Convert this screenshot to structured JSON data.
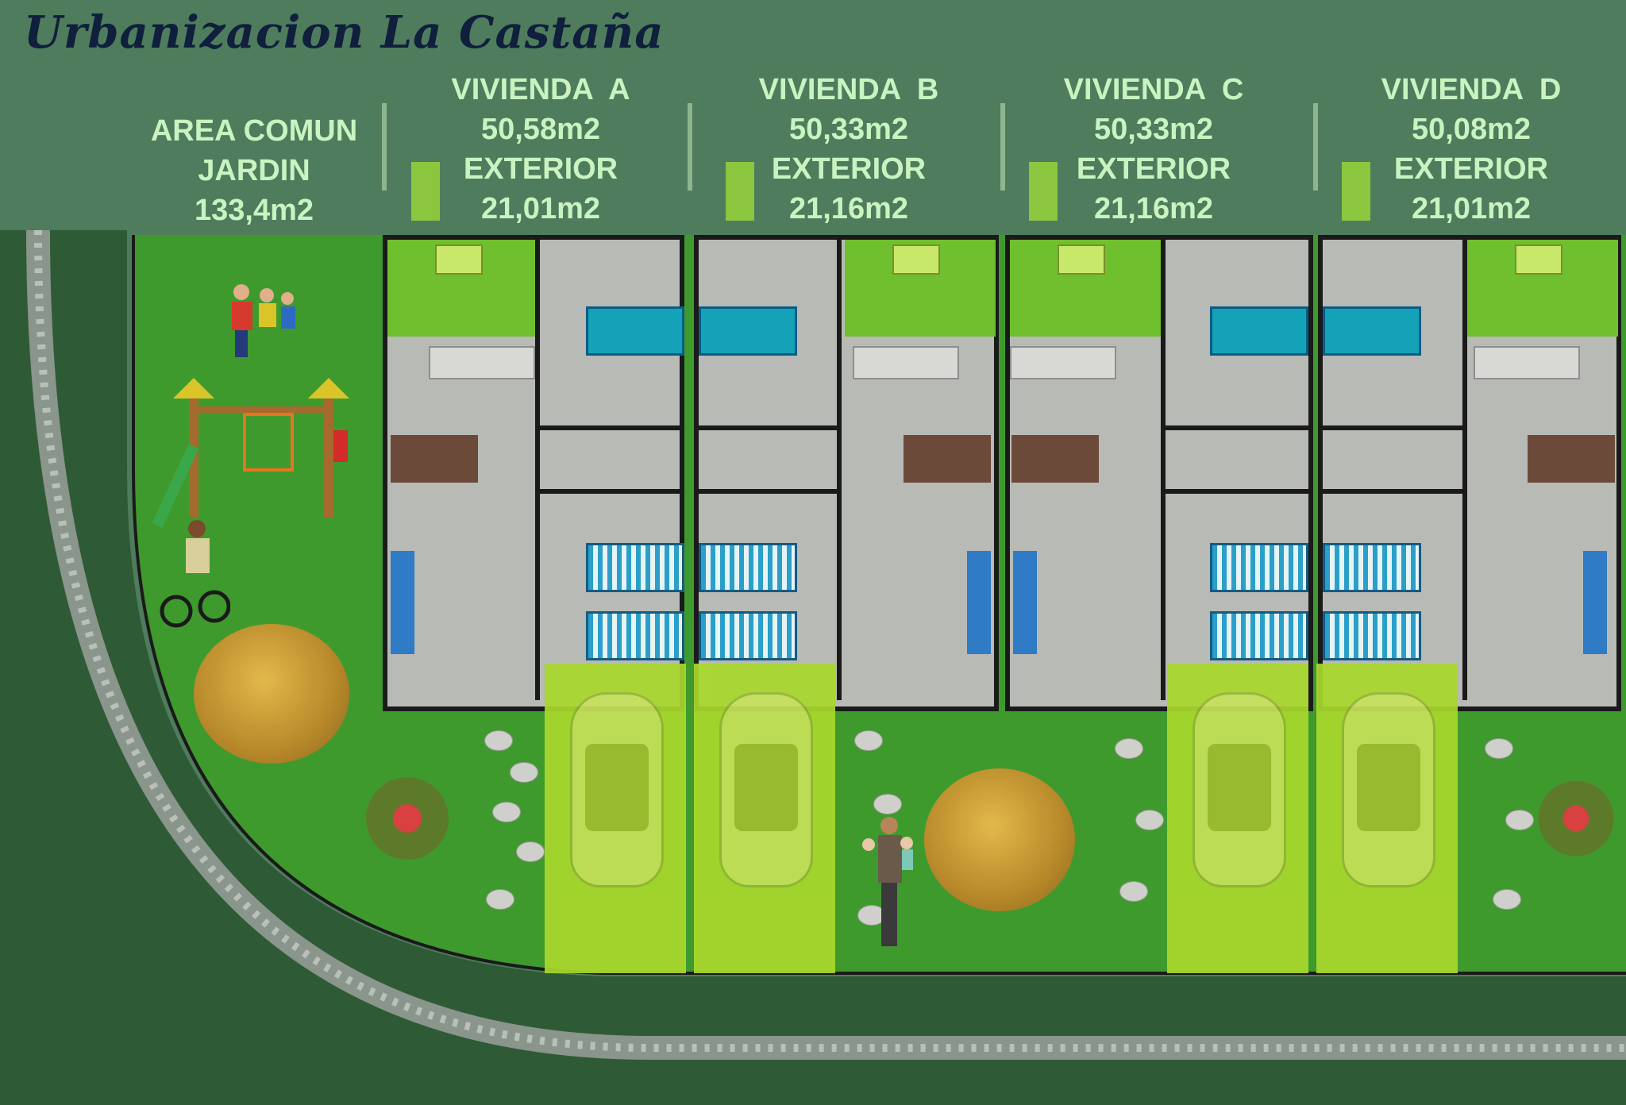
{
  "title": "Urbanizacion La Castaña",
  "common_area": {
    "lines": [
      "AREA COMUN",
      "JARDIN",
      "133,4m2"
    ]
  },
  "units": [
    {
      "name": "VIVIENDA  A",
      "area": "50,58m2",
      "exterior_label": "EXTERIOR",
      "exterior_area": "21,01m2"
    },
    {
      "name": "VIVIENDA  B",
      "area": "50,33m2",
      "exterior_label": "EXTERIOR",
      "exterior_area": "21,16m2"
    },
    {
      "name": "VIVIENDA  C",
      "area": "50,33m2",
      "exterior_label": "EXTERIOR",
      "exterior_area": "21,16m2"
    },
    {
      "name": "VIVIENDA  D",
      "area": "50,08m2",
      "exterior_label": "EXTERIOR",
      "exterior_area": "21,01m2"
    }
  ],
  "colors": {
    "background": "#4f7c5c",
    "heading_text": "#c9f3c0",
    "title_text": "#0f1f3c",
    "exterior_swatch": "#8cc63f",
    "lawn": "#3f9a2e",
    "road": "#2f5a36",
    "driveway": "#a9d82c"
  },
  "icons": [
    "playground-icon",
    "children-icon",
    "bicycle-icon",
    "tree-icon",
    "rose-bush-icon",
    "car-icon",
    "family-icon",
    "stepping-stone-icon"
  ]
}
